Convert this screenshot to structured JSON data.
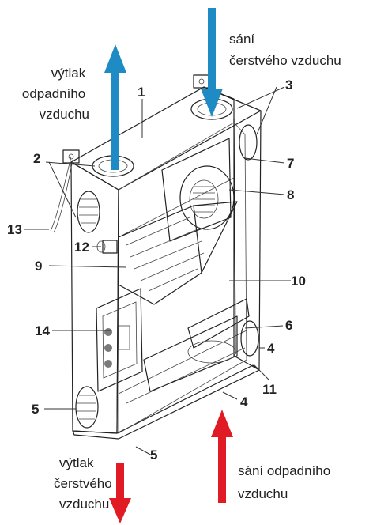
{
  "flows": {
    "exhaust_out": [
      "výtlak",
      "odpadního",
      "vzduchu"
    ],
    "fresh_in": [
      "sání",
      "čerstvého vzduchu"
    ],
    "fresh_out": [
      "výtlak",
      "čerstvého",
      "vzduchu"
    ],
    "exhaust_in": [
      "sání odpadního",
      "vzduchu"
    ]
  },
  "callouts": [
    "1",
    "2",
    "3",
    "4",
    "4",
    "5",
    "5",
    "6",
    "7",
    "8",
    "9",
    "10",
    "11",
    "12",
    "13",
    "14"
  ],
  "colors": {
    "blue_arrow": "#1f8bc4",
    "red_arrow": "#e01b24",
    "unit_body": "#ececec",
    "panel": "#d9d9d9",
    "heat_exchanger": "#cfcfcf"
  }
}
